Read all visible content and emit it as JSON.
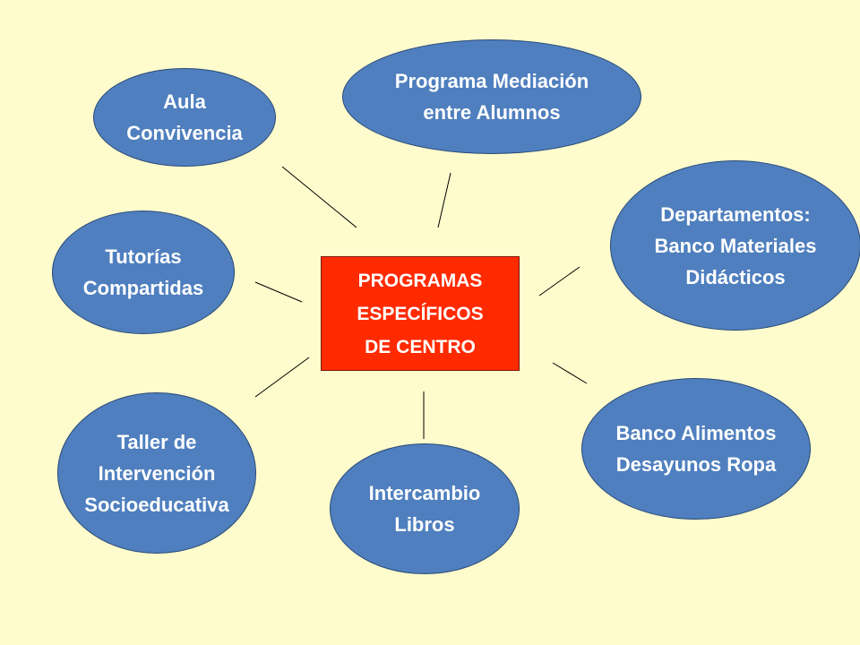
{
  "center": {
    "label": "PROGRAMAS\nESPECÍFICOS\nDE CENTRO"
  },
  "nodes": [
    {
      "id": "aula-convivencia",
      "label": "Aula\nConvivencia"
    },
    {
      "id": "programa-mediacion",
      "label": "Programa  Mediación\nentre Alumnos"
    },
    {
      "id": "departamentos",
      "label": "Departamentos:\nBanco  Materiales\nDidácticos"
    },
    {
      "id": "tutorias",
      "label": "Tutorías\nCompartidas"
    },
    {
      "id": "taller",
      "label": "Taller de\nIntervención\nSocioeducativa"
    },
    {
      "id": "intercambio",
      "label": "Intercambio\nLibros"
    },
    {
      "id": "banco-alimentos",
      "label": "Banco Alimentos\nDesayunos Ropa"
    }
  ],
  "colors": {
    "background": "#fefccd",
    "node_fill": "#4f7fbe",
    "center_fill": "#ff2a00",
    "text": "#ffffff",
    "connector": "#000000"
  }
}
